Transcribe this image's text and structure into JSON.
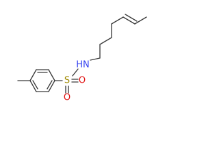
{
  "molecule": {
    "atoms": {
      "nh": "HN",
      "s": "S",
      "o_right": "O",
      "o_bottom": "O"
    },
    "colors": {
      "bond": "#3a3a3a",
      "nitrogen": "#2f3cf0",
      "sulfur": "#a08a00",
      "oxygen": "#e01010",
      "background": "#ffffff"
    }
  }
}
